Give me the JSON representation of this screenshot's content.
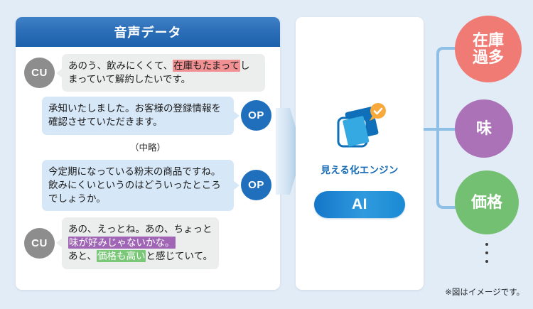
{
  "background_color": "#e2ecf6",
  "left_panel": {
    "title": "音声データ",
    "header_color": "#2c6fb8",
    "omission_label": "（中略）",
    "messages": [
      {
        "speaker": "CU",
        "side": "left",
        "avatar_color": "#8d8d8d",
        "bubble_color": "#eceded",
        "segments": [
          {
            "text": "あのう、飲みにくくて、",
            "highlight": "none"
          },
          {
            "text": "在庫もたまって",
            "highlight": "red"
          },
          {
            "text": "しまっていて解約したいです。",
            "highlight": "none"
          }
        ]
      },
      {
        "speaker": "OP",
        "side": "right",
        "avatar_color": "#1f6fbd",
        "bubble_color": "#d6e7f7",
        "segments": [
          {
            "text": "承知いたしました。お客様の登録情報を確認させていただきます。",
            "highlight": "none"
          }
        ]
      },
      {
        "speaker": "OP",
        "side": "right",
        "avatar_color": "#1f6fbd",
        "bubble_color": "#d6e7f7",
        "segments": [
          {
            "text": "今定期になっている粉末の商品ですね。飲みにくいというのはどういったところでしょうか。",
            "highlight": "none"
          }
        ]
      },
      {
        "speaker": "CU",
        "side": "left",
        "avatar_color": "#8d8d8d",
        "bubble_color": "#eceded",
        "segments": [
          {
            "text": "あの、えっとね。あの、ちょっと",
            "highlight": "none"
          },
          {
            "text": "味が好みじゃないかな。",
            "highlight": "purple"
          },
          {
            "text": "あと、",
            "highlight": "none"
          },
          {
            "text": "価格も高い",
            "highlight": "green"
          },
          {
            "text": "と感じていて。",
            "highlight": "none"
          }
        ]
      }
    ]
  },
  "arrow": {
    "icon": "right-chevron-arrow-icon",
    "color": "#b9d3ea"
  },
  "center_panel": {
    "engine_icon": "visualization-engine-icon",
    "engine_label": "見える化エンジン",
    "engine_label_color": "#1469b4",
    "ai_badge": "AI",
    "ai_badge_color": "#1b8ad3"
  },
  "branch": {
    "connector_icon": "branch-connector-icon",
    "connector_color": "#8ebfe4",
    "tags": [
      {
        "lines": [
          "在庫",
          "過多"
        ],
        "color": "#ef7b74"
      },
      {
        "lines": [
          "味"
        ],
        "color": "#ab72b8"
      },
      {
        "lines": [
          "価格"
        ],
        "color": "#74c072"
      }
    ],
    "more_indicator": "vertical-ellipsis-icon"
  },
  "footnote": "※図はイメージです。"
}
